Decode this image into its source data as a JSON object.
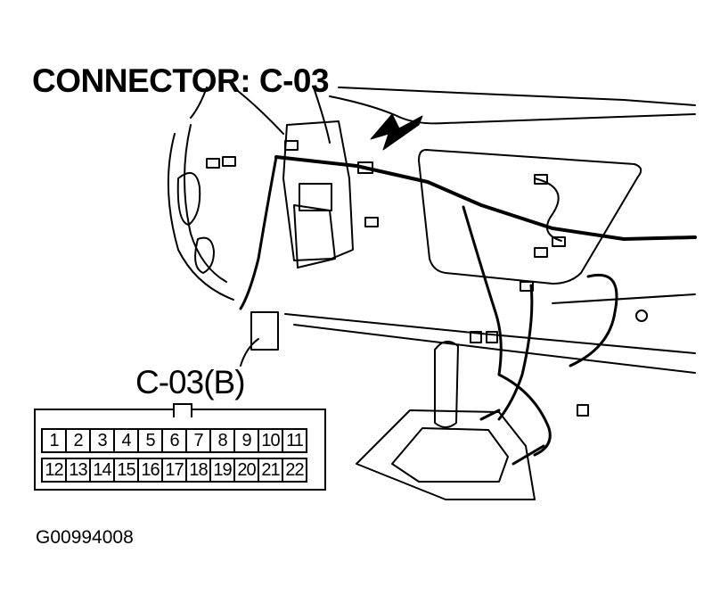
{
  "diagram": {
    "connector_title": "CONNECTOR: C-03",
    "connector_view_label": "C-03(B)",
    "figure_id": "G00994008",
    "pins_top": [
      "1",
      "2",
      "3",
      "4",
      "5",
      "6",
      "7",
      "8",
      "9",
      "10",
      "11"
    ],
    "pins_bottom": [
      "12",
      "13",
      "14",
      "15",
      "16",
      "17",
      "18",
      "19",
      "20",
      "21",
      "22"
    ]
  }
}
